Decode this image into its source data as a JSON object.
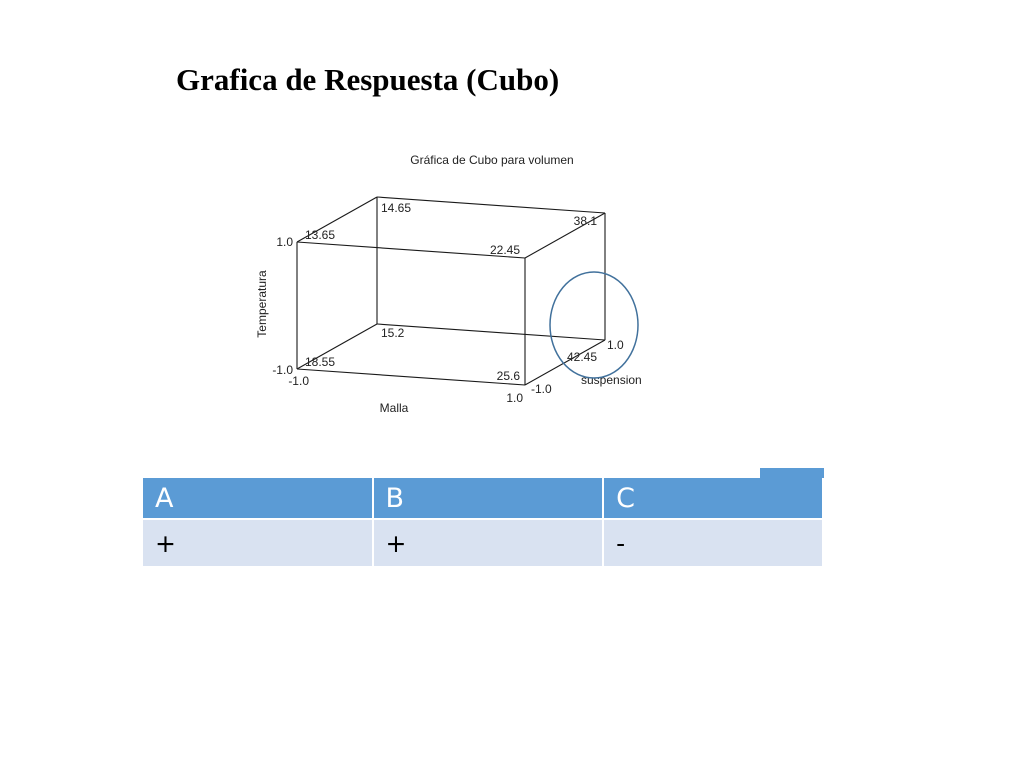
{
  "page": {
    "title": "Grafica de Respuesta (Cubo)"
  },
  "chart_data": {
    "type": "cube",
    "title": "Gráfica de Cubo para volumen",
    "axes": {
      "x": {
        "label": "Malla",
        "ticks": [
          "-1.0",
          "1.0"
        ]
      },
      "y": {
        "label": "Temperatura",
        "ticks": [
          "-1.0",
          "1.0"
        ]
      },
      "z": {
        "label": "suspension",
        "ticks": [
          "-1.0",
          "1.0"
        ]
      }
    },
    "points": [
      {
        "malla": -1,
        "temperatura": -1,
        "suspension": -1,
        "value": 18.55
      },
      {
        "malla": 1,
        "temperatura": -1,
        "suspension": -1,
        "value": 25.6
      },
      {
        "malla": -1,
        "temperatura": 1,
        "suspension": -1,
        "value": 13.65
      },
      {
        "malla": 1,
        "temperatura": 1,
        "suspension": -1,
        "value": 22.45
      },
      {
        "malla": -1,
        "temperatura": -1,
        "suspension": 1,
        "value": 15.2
      },
      {
        "malla": 1,
        "temperatura": -1,
        "suspension": 1,
        "value": 42.45
      },
      {
        "malla": -1,
        "temperatura": 1,
        "suspension": 1,
        "value": 14.65
      },
      {
        "malla": 1,
        "temperatura": 1,
        "suspension": 1,
        "value": 38.1
      }
    ],
    "highlight": {
      "shape": "circle",
      "color": "#41719c",
      "point": {
        "malla": 1,
        "temperatura": -1,
        "suspension": 1
      }
    }
  },
  "table": {
    "headers": [
      "A",
      "B",
      "C"
    ],
    "rows": [
      [
        "+",
        "+",
        "-"
      ]
    ],
    "colors": {
      "header": "#5b9bd5",
      "row": "#d9e2f1"
    }
  }
}
